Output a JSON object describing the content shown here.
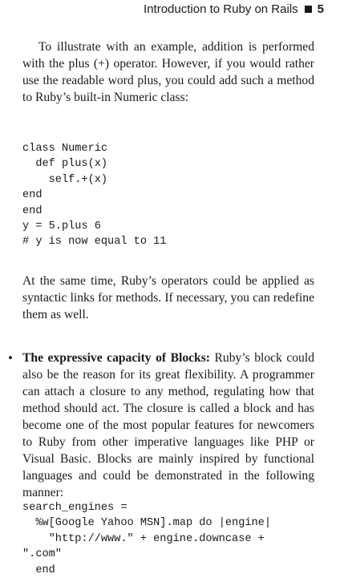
{
  "running_head": {
    "title": "Introduction to Ruby on Rails",
    "page_number": "5"
  },
  "paragraphs": {
    "p1": "To illustrate with an example, addition is performed with the plus (+) operator. However, if you would rather use the readable word plus, you could add such a method to Ruby’s built-in Numeric class:",
    "p2": "At the same time, Ruby’s operators could be applied as syntactic links for methods. If necessary, you can redefine them as well."
  },
  "code_blocks": {
    "numeric_plus": "class Numeric\n  def plus(x)\n    self.+(x)\nend\nend\ny = 5.plus 6\n# y is now equal to 11",
    "search_engines": "search_engines =\n  %w[Google Yahoo MSN].map do |engine|\n    \"http://www.\" + engine.downcase +\n\".com\"\n  end"
  },
  "bullet": {
    "marker": "•",
    "lead": "The expressive capacity of Blocks:",
    "text": " Ruby’s block could also be the reason for its great flexibility. A programmer can attach a closure to any method, regulating how that method should act. The closure is called a block and has become one of the most popular features for newcomers to Ruby from other imperative languages like PHP or Visual Basic. Blocks are mainly inspired by functional languages and could be demonstrated in the following manner:"
  }
}
